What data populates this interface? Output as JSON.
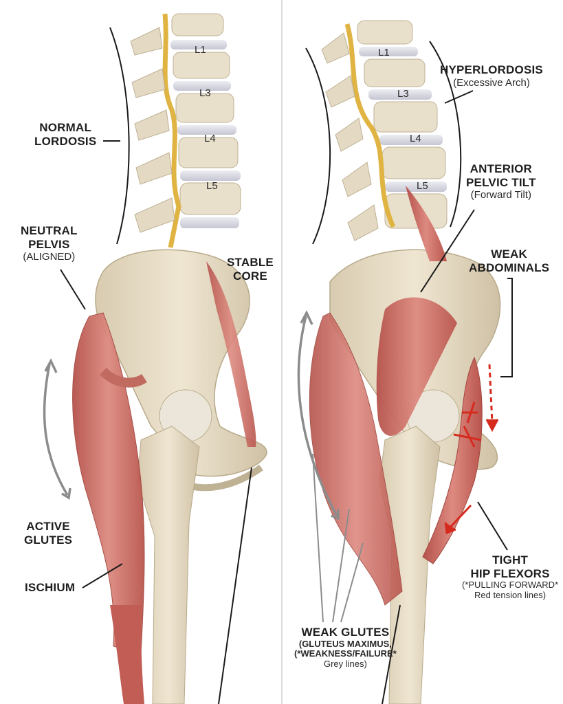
{
  "left_panel": {
    "normal_lordosis": [
      "NORMAL",
      "LORDOSIS"
    ],
    "neutral_pelvis": [
      "NEUTRAL",
      "PELVIS"
    ],
    "neutral_pelvis_sub": "(ALIGNED)",
    "stable_core": [
      "STABLE",
      "CORE"
    ],
    "active_glutes": [
      "ACTIVE",
      "GLUTES"
    ],
    "ischium": "ISCHIUM",
    "vertebrae": [
      "L1",
      "L3",
      "L4",
      "L5"
    ]
  },
  "right_panel": {
    "hyperlordosis": "HYPERLORDOSIS",
    "hyperlordosis_sub": "(Excessive Arch)",
    "anterior_pelvic_tilt": [
      "ANTERIOR",
      "PELVIC TILT"
    ],
    "anterior_pelvic_tilt_sub": "(Forward Tilt)",
    "weak_abdominals": [
      "WEAK",
      "ABDOMINALS"
    ],
    "tight_hip_flexors": [
      "TIGHT",
      "HIP FLEXORS"
    ],
    "tight_hip_flexors_sub": [
      "(*PULLING FORWARD*",
      "Red tension lines)"
    ],
    "weak_glutes": "WEAK GLUTES",
    "weak_glutes_sub": [
      "(GLUTEUS MAXIMUS,",
      "(*WEAKNESS/FAILURE*",
      "Grey lines)"
    ],
    "vertebrae": [
      "L1",
      "L3",
      "L4",
      "L5"
    ]
  },
  "colors": {
    "bone": "#e6dcc6",
    "bone_shade": "#c9bb9f",
    "disc": "#d9d9e3",
    "nerve": "#e9c35c",
    "muscle": "#c9675e",
    "muscle_light": "#e6a79b",
    "tension_red": "#d62a1f",
    "guide_grey": "#8c8c8c",
    "line": "#1a1a1a"
  }
}
